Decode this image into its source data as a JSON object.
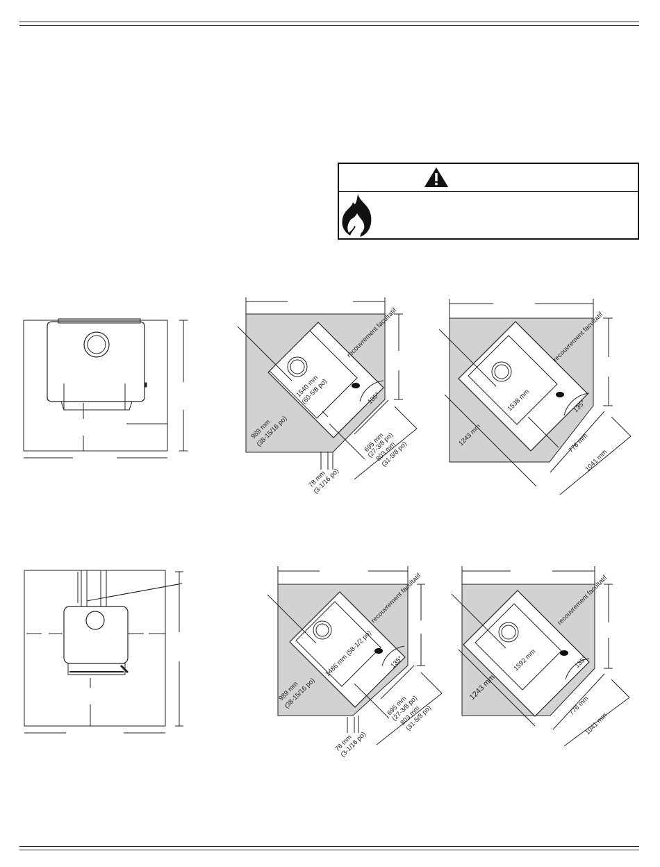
{
  "warning": {
    "icon": "warning-triangle-icon",
    "flame_icon": "flame-icon"
  },
  "diagrams": {
    "d1": {
      "optional_cover": "recouvrement facultatif",
      "diag": "1540 mm",
      "diag_in": "(60-5/8 po)",
      "side": "989 mm",
      "side_in": "(38-15/16 po)",
      "angle": "135°",
      "d695": "695 mm",
      "d695_in": "(27-3/8 po)",
      "d803": "803 mm",
      "d803_in": "(31-5/8 po)",
      "d78": "78 mm",
      "d78_in": "(3-1/16 po)"
    },
    "d2": {
      "optional_cover": "recouvrement facultatif",
      "diag": "1538 mm",
      "side": "1243 mm",
      "angle": "135°",
      "d776": "776 mm",
      "d1041": "1041 mm"
    },
    "d3": {
      "optional_cover": "recouvrement facultatif",
      "diag": "1486 mm (58-1/2 po)",
      "side": "989 mm",
      "side_in": "(38-15/16 po)",
      "angle": "135°",
      "d695": "695 mm",
      "d695_in": "(27-3/8 po)",
      "d803": "803 mm",
      "d803_in": "(31-5/8 po)",
      "d78": "78 mm",
      "d78_in": "(3-1/16 po)"
    },
    "d4": {
      "optional_cover": "recouvrement facultatif",
      "diag": "1592 mm",
      "side": "1243 mm",
      "angle": "135°",
      "d776": "776 mm",
      "d1041": "1041 mm"
    }
  }
}
